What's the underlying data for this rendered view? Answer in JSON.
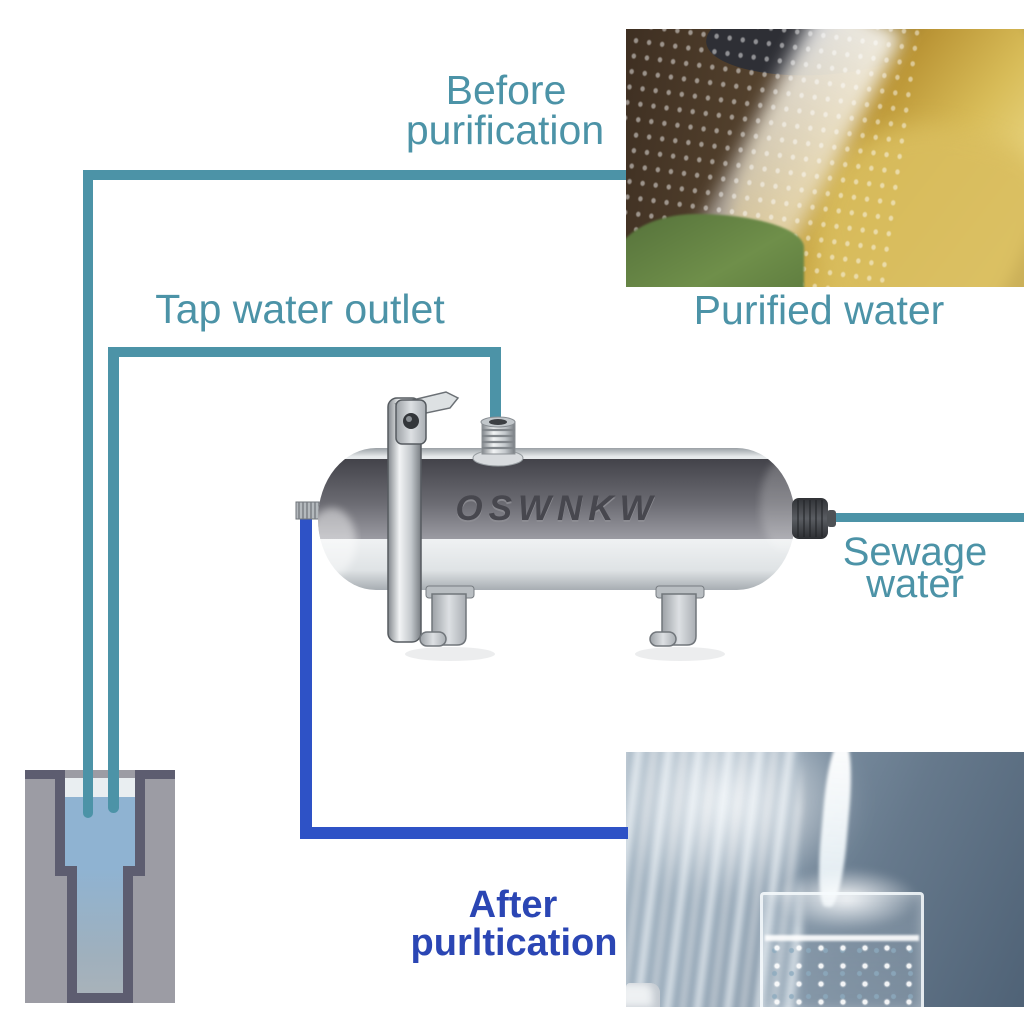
{
  "colors": {
    "teal": "#4c93a7",
    "blue_line": "#2e52c6",
    "blue_text": "#2b46b4"
  },
  "labels": {
    "before_line1": "Before",
    "before_line2": "purification",
    "tap_water_outlet": "Tap water outlet",
    "purified_water": "Purified water",
    "sewage_line1": "Sewage",
    "sewage_line2": "water",
    "after_line1": "After",
    "after_line2": "purltication"
  },
  "product": {
    "brand": "OSWNKW"
  }
}
